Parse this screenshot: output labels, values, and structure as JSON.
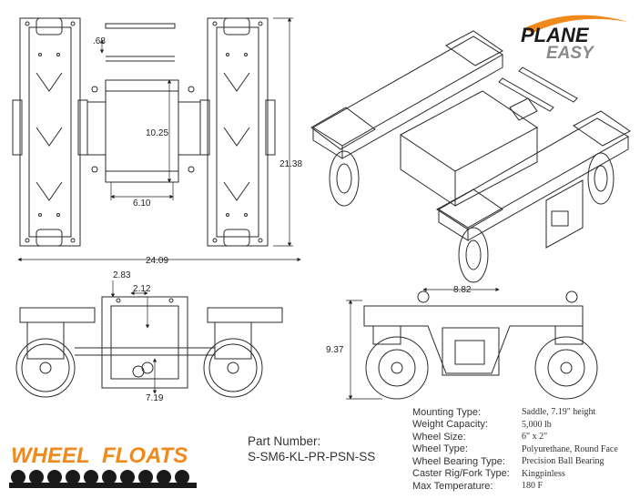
{
  "brand_top": {
    "line1": "PLANE",
    "line2": "EASY"
  },
  "brand_bottom": {
    "word1": "WHEEL",
    "word2": "FLOATS"
  },
  "dimensions": {
    "rod_diameter": ".68",
    "center_height": "10.25",
    "overall_height": "21.38",
    "center_width": "6.10",
    "overall_width": "24.09",
    "side_top": "2.83",
    "side_inner": "2.12",
    "side_bottom": "7.19",
    "front_span": "8.82",
    "front_height": "9.37"
  },
  "part": {
    "label": "Part Number:",
    "number": "S-SM6-KL-PR-PSN-SS"
  },
  "specs": [
    {
      "key": "Mounting Type:",
      "value": "Saddle, 7.19\" height"
    },
    {
      "key": "Weight Capacity:",
      "value": "5,000 lb"
    },
    {
      "key": "Wheel Size:",
      "value": "6\" x 2\""
    },
    {
      "key": "Wheel Type:",
      "value": "Polyurethane, Round Face"
    },
    {
      "key": "Wheel Bearing Type:",
      "value": "Precision Ball Bearing"
    },
    {
      "key": "Caster Rig/Fork Type:",
      "value": "Kingpinless"
    },
    {
      "key": "Max Temperature:",
      "value": "180 F"
    }
  ],
  "colors": {
    "line": "#2a2a2a",
    "logo_dark": "#1a1a1a",
    "logo_orange": "#f08a1c",
    "logo_gray": "#8a8a8a"
  }
}
